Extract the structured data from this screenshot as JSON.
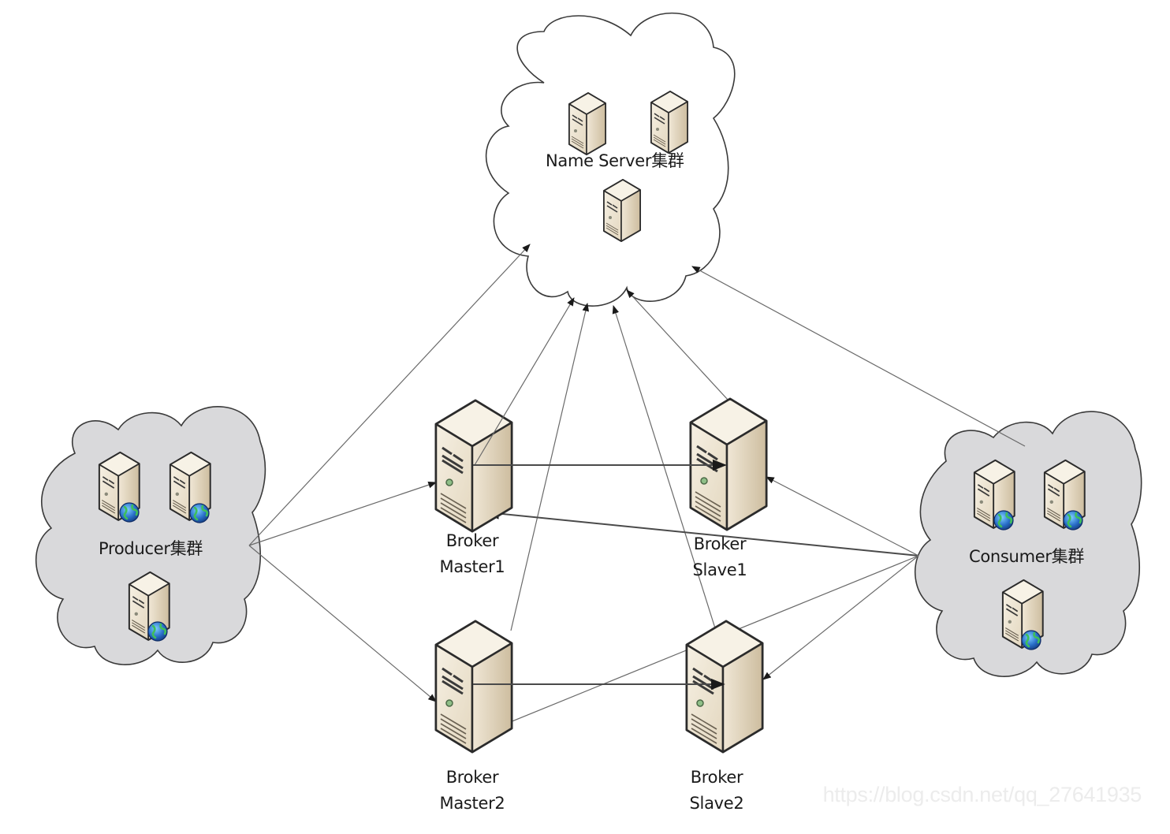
{
  "diagram": {
    "title": "RocketMQ deployment architecture",
    "colors": {
      "background": "#ffffff",
      "cloud_white": "#ffffff",
      "cloud_gray": "#d9d9db",
      "cloud_stroke": "#3a3a3a",
      "line": "#555555",
      "server_front": "#ece3d1",
      "server_side": "#d2c4a8",
      "server_top": "#f5efe2",
      "globe": "#2a6fc9"
    },
    "clusters": {
      "name_server": {
        "label": "Name Server集群",
        "servers": 3,
        "has_globe": false
      },
      "producer": {
        "label": "Producer集群",
        "servers": 3,
        "has_globe": true
      },
      "consumer": {
        "label": "Consumer集群",
        "servers": 3,
        "has_globe": true
      }
    },
    "brokers": [
      {
        "id": "master1",
        "line1": "Broker",
        "line2": "Master1"
      },
      {
        "id": "slave1",
        "line1": "Broker",
        "line2": "Slave1"
      },
      {
        "id": "master2",
        "line1": "Broker",
        "line2": "Master2"
      },
      {
        "id": "slave2",
        "line1": "Broker",
        "line2": "Slave2"
      }
    ],
    "connections": [
      {
        "from": "producer",
        "to": "name_server",
        "style": "thin"
      },
      {
        "from": "producer",
        "to": "master1",
        "style": "thin"
      },
      {
        "from": "producer",
        "to": "master2",
        "style": "thin"
      },
      {
        "from": "master1",
        "to": "name_server",
        "style": "thin"
      },
      {
        "from": "master2",
        "to": "name_server",
        "style": "thin"
      },
      {
        "from": "slave1",
        "to": "name_server",
        "style": "thin"
      },
      {
        "from": "slave2",
        "to": "name_server",
        "style": "thin"
      },
      {
        "from": "master1",
        "to": "slave1",
        "style": "thick"
      },
      {
        "from": "master2",
        "to": "slave2",
        "style": "thick"
      },
      {
        "from": "consumer",
        "to": "name_server",
        "style": "thin"
      },
      {
        "from": "consumer",
        "to": "master1",
        "style": "thick"
      },
      {
        "from": "consumer",
        "to": "slave1",
        "style": "thin"
      },
      {
        "from": "consumer",
        "to": "master2",
        "style": "thin"
      },
      {
        "from": "consumer",
        "to": "slave2",
        "style": "thin"
      }
    ],
    "watermark": "https://blog.csdn.net/qq_27641935"
  }
}
